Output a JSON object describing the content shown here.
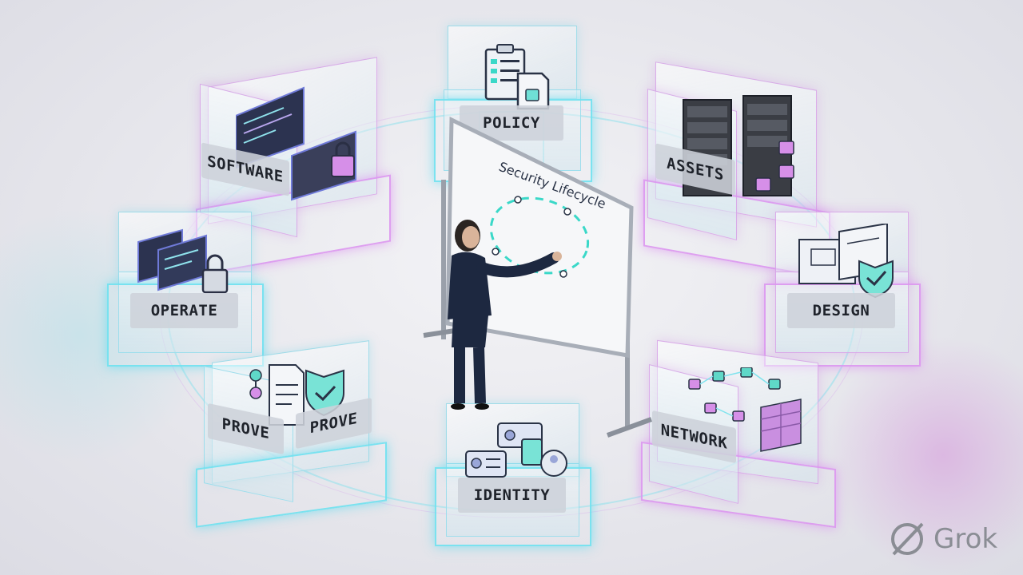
{
  "labels": {
    "policy": "POLICY",
    "assets": "ASSETS",
    "software": "SOFTWARE",
    "operate": "OPERATE",
    "design": "DESIGN",
    "prove_left": "PROVE",
    "prove_right": "PROVE",
    "network": "NETWORK",
    "identity": "IDENTITY"
  },
  "whiteboard": {
    "title": "Security Lifecycle"
  },
  "brand": {
    "name": "Grok"
  },
  "colors": {
    "cyan": "#7fe3ee",
    "pink": "#d79bf0",
    "navy": "#1d2840",
    "glass": "#dfe8ee"
  }
}
